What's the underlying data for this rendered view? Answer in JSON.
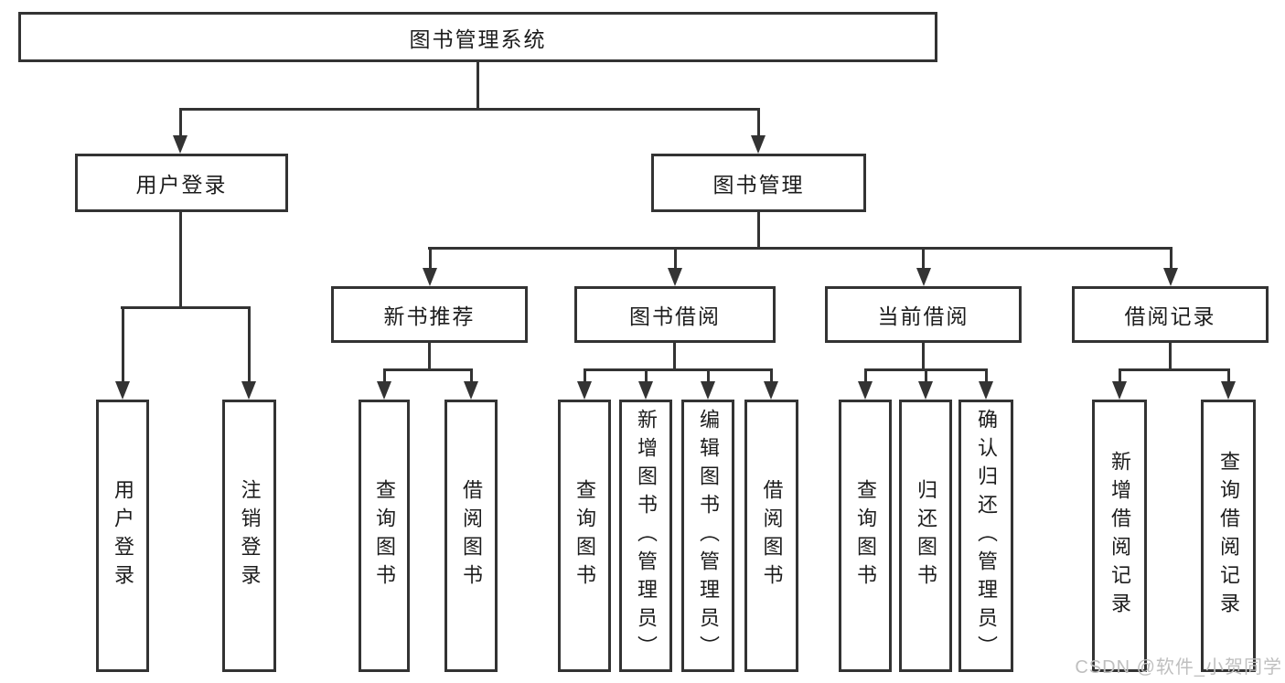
{
  "tree": {
    "root": {
      "label": "图书管理系统"
    },
    "branches": [
      {
        "label": "用户登录",
        "leaves": [
          "用户登录",
          "注销登录"
        ]
      },
      {
        "label": "图书管理",
        "groups": [
          {
            "label": "新书推荐",
            "leaves": [
              "查询图书",
              "借阅图书"
            ]
          },
          {
            "label": "图书借阅",
            "leaves": [
              "查询图书",
              "新增图书（管理员）",
              "编辑图书（管理员）",
              "借阅图书"
            ]
          },
          {
            "label": "当前借阅",
            "leaves": [
              "查询图书",
              "归还图书",
              "确认归还（管理员）"
            ]
          },
          {
            "label": "借阅记录",
            "leaves": [
              "新增借阅记录",
              "查询借阅记录"
            ]
          }
        ]
      }
    ]
  },
  "watermark": "CSDN @软件_小贺同学",
  "colors": {
    "line": "#333333",
    "text": "#1c1c1c",
    "background": "#ffffff",
    "watermark": "#bfbfbf"
  }
}
